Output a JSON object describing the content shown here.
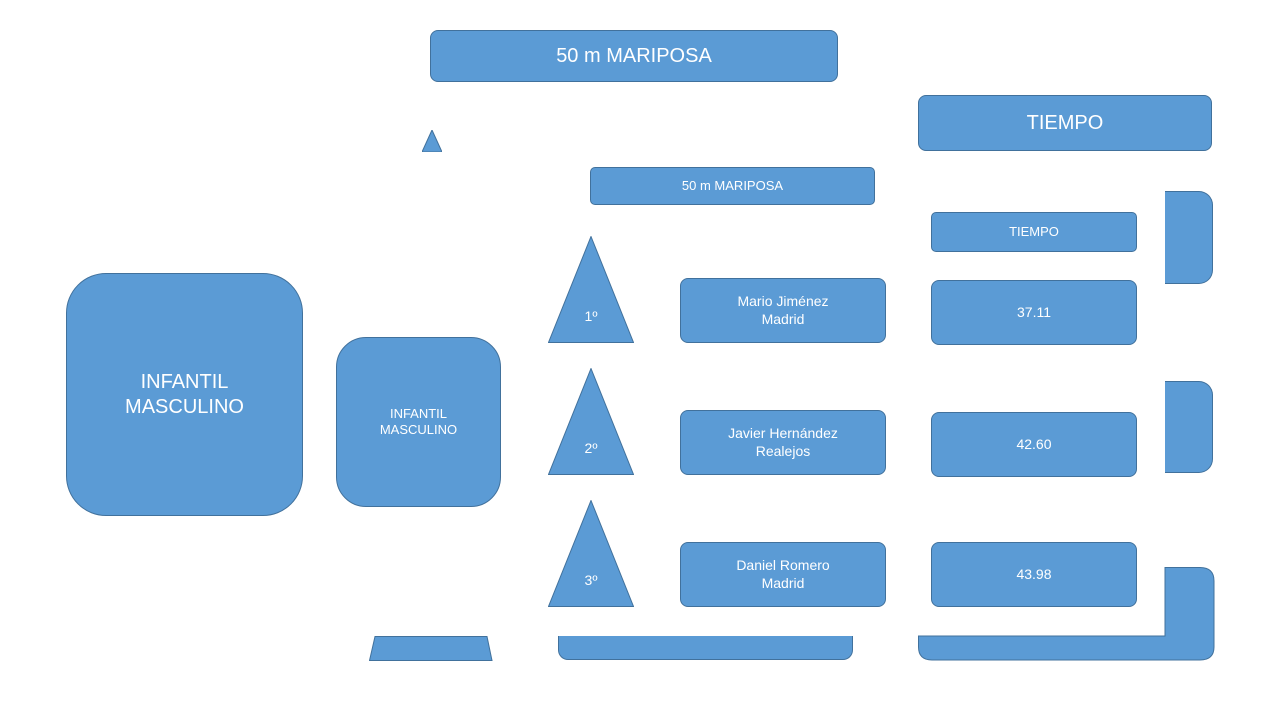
{
  "title_large": "50 m MARIPOSA",
  "time_header_large": "TIEMPO",
  "category_large": "INFANTIL\nMASCULINO",
  "title_small": "50 m MARIPOSA",
  "time_header_small": "TIEMPO",
  "category_small": "INFANTIL\nMASCULINO",
  "results": [
    {
      "position": "1º",
      "name": "Mario Jiménez\nMadrid",
      "time": "37.11"
    },
    {
      "position": "2º",
      "name": "Javier Hernández\nRealejos",
      "time": "42.60"
    },
    {
      "position": "3º",
      "name": "Daniel Romero\nMadrid",
      "time": "43.98"
    }
  ],
  "colors": {
    "fill": "#5b9bd5",
    "border": "#41719c",
    "text": "#ffffff"
  }
}
